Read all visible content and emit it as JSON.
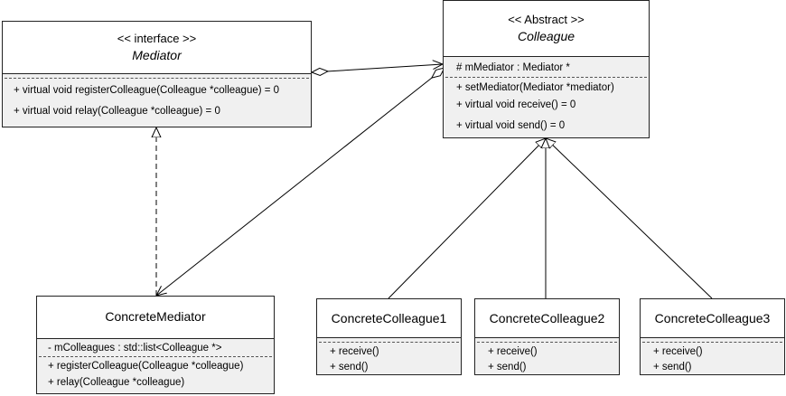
{
  "diagram": {
    "classes": {
      "mediator": {
        "stereotype": "<< interface >>",
        "name": "Mediator",
        "methods": [
          "+ virtual void registerColleague(Colleague *colleague) = 0",
          "+ virtual void relay(Colleague *colleague) = 0"
        ]
      },
      "colleague": {
        "stereotype": "<< Abstract >>",
        "name": "Colleague",
        "attributes": [
          "# mMediator : Mediator *"
        ],
        "methods": [
          "+ setMediator(Mediator *mediator)",
          "+ virtual void receive() = 0",
          "+ virtual void send() = 0"
        ]
      },
      "concrete_mediator": {
        "name": "ConcreteMediator",
        "attributes": [
          "- mColleagues : std::list<Colleague *>"
        ],
        "methods": [
          "+ registerColleague(Colleague *colleague)",
          "+ relay(Colleague *colleague)"
        ]
      },
      "concrete_colleague_1": {
        "name": "ConcreteColleague1",
        "methods": [
          "+ receive()",
          "+ send()"
        ]
      },
      "concrete_colleague_2": {
        "name": "ConcreteColleague2",
        "methods": [
          "+ receive()",
          "+ send()"
        ]
      },
      "concrete_colleague_3": {
        "name": "ConcreteColleague3",
        "methods": [
          "+ receive()",
          "+ send()"
        ]
      }
    }
  }
}
